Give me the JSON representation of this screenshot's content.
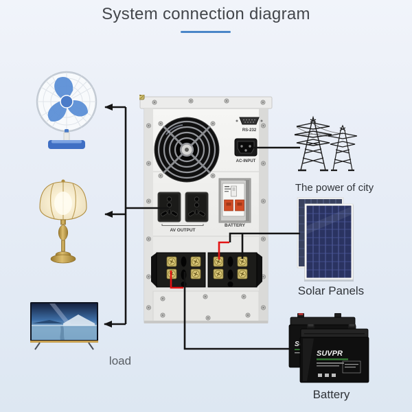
{
  "title": {
    "text": "System connection diagram"
  },
  "legend": {
    "load_label": "load",
    "city_label": "The power of city",
    "solar_label": "Solar Panels",
    "battery_label": "Battery"
  },
  "inverter": {
    "rs232_label": "RS-232",
    "ac_input_label": "AC-INPUT",
    "av_output_label": "AV OUTPUT",
    "battery_label": "BATTERY"
  },
  "battery": {
    "brand": "SUVPR"
  },
  "colors": {
    "accent_underline": "#4a86c8",
    "wire_red": "#e31313",
    "wire_black": "#141414",
    "fan_blue": "#4a7bc8",
    "solar_panel_blue": "#2a3361",
    "breaker_orange": "#d14c24",
    "terminal_brass": "#dcc97a",
    "inverter_body": "#efefed"
  }
}
